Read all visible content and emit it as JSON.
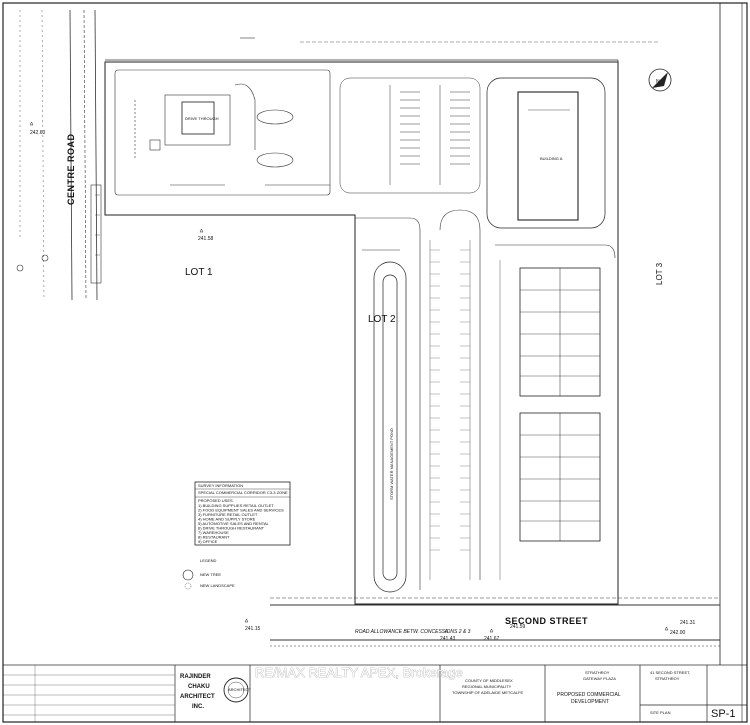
{
  "labels": {
    "centre_road": "CENTRE ROAD",
    "lot1": "LOT 1",
    "lot2": "LOT 2",
    "lot3": "LOT 3",
    "second_street": "SECOND STREET",
    "road_allowance": "ROAD ALLOWANCE BETW. CONCESSIONS 2 & 3",
    "sheet_number": "SP-1",
    "watermark": "RE/MAX REALTY APEX, Brokerage"
  },
  "site_data": {
    "heading": "SURVEY INFORMATION",
    "zoning": "SPECIAL COMMERCIAL CORRIDOR C3-3 ZONE",
    "uses_heading": "PROPOSED USES",
    "uses": [
      "1) BUILDING SUPPLIES RETAIL OUTLET",
      "2) FOOD EQUIPMENT SALES AND SERVICES",
      "3) FURNITURE RETAIL OUTLET",
      "4) HOME AND SUPPLY STORE",
      "5) AUTOMOTIVE SALES AND RENTAL",
      "6) DRIVE THROUGH RESTAURANT",
      "7) WAREHOUSE",
      "8) RESTAURANT",
      "9) OFFICE"
    ]
  },
  "legend": {
    "heading": "LEGEND",
    "items": [
      "NEW TREE",
      "NEW LANDSCAPE"
    ]
  },
  "elevations": [
    "241.58",
    "242.60",
    "241.43",
    "241.67",
    "242.00",
    "241.31",
    "241.59",
    "241.15"
  ],
  "title_block": {
    "firm_name": "RAJINDER",
    "firm_name2": "CHAKU",
    "firm_role": "ARCHITECT",
    "firm_suffix": "INC.",
    "stamp_text": "ARCHITECT",
    "client_name": "STRATHROY",
    "client_name2": "GATEWAY PLAZA",
    "jurisdiction": [
      "COUNTY OF MIDDLESEX",
      "REGIONAL MUNICIPALITY",
      "TOWNSHIP OF ADELAIDE METCALFE"
    ],
    "project_title": "PROPOSED COMMERCIAL",
    "project_title2": "DEVELOPMENT",
    "address": "41 SECOND STREET,",
    "city": "STRATHROY",
    "drawing_title": "SITE PLAN"
  },
  "building_labels": {
    "main_building": "BUILDING A",
    "drive_through": "DRIVE THROUGH",
    "storm_pond": "STORM WATER MANAGEMENT POND"
  }
}
